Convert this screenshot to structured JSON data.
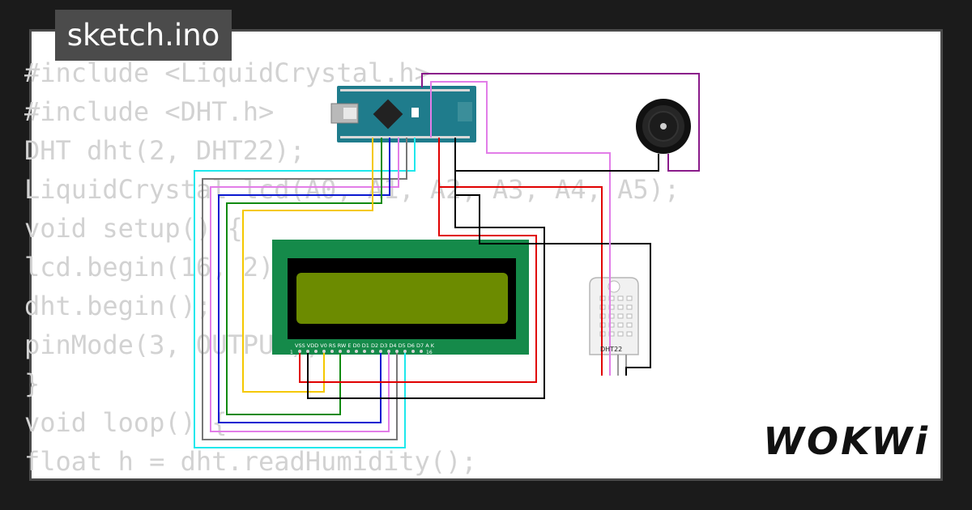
{
  "tab": {
    "title": "sketch.ino"
  },
  "code_lines": [
    "#include <LiquidCrystal.h>",
    "#include <DHT.h>",
    "DHT dht(2, DHT22);",
    "LiquidCrystal lcd(A0, A1, A2, A3, A4, A5);",
    "void setup() {",
    "lcd.begin(16, 2);",
    "dht.begin();",
    "pinMode(3, OUTPUT);",
    "}",
    "void loop() {",
    "float h = dht.readHumidity();"
  ],
  "components": {
    "lcd_pin_labels": "VSS VDD V0 RS RW E D0 D1 D2 D3 D4 D5 D6 D7 A K",
    "lcd_pin_first": "1",
    "lcd_pin_last": "16",
    "sensor_label": "DHT22"
  },
  "brand": {
    "logo": "WOKWi"
  },
  "colors": {
    "background": "#1b1b1b",
    "canvas": "#ffffff",
    "board_teal": "#1f7c8c",
    "lcd_pcb": "#158a4a",
    "lcd_screen": "#6c8b00",
    "wire_red": "#e00000",
    "wire_black": "#000000",
    "wire_cyan": "#1ee8ec",
    "wire_violet": "#e27de8",
    "wire_purple": "#8a1b8a",
    "wire_yellow": "#f5c800",
    "wire_green": "#118a11",
    "wire_blue": "#0a18d0",
    "wire_gray": "#777777"
  }
}
